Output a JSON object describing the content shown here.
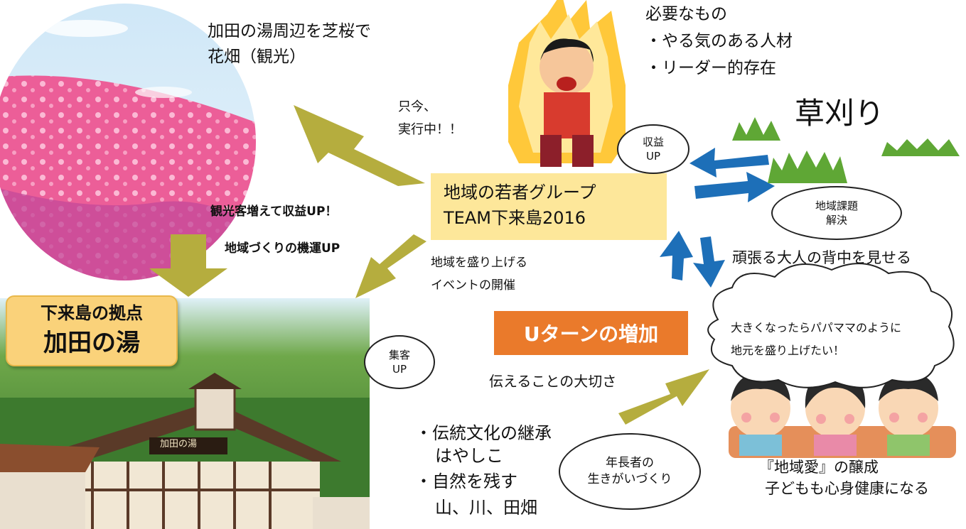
{
  "center_box": {
    "line1": "地域の若者グループ",
    "line2": "TEAM下来島2016"
  },
  "top_left_text": {
    "line1": "加田の湯周辺を芝桜で",
    "line2": "花畑（観光）"
  },
  "in_progress": {
    "line1": "只今、",
    "line2": "実行中！！"
  },
  "needs": {
    "title": "必要なもの",
    "item1": "・やる気のある人材",
    "item2": "・リーダー的存在"
  },
  "kusakari": "草刈り",
  "oval_revenue": {
    "line1": "収益",
    "line2": "UP"
  },
  "oval_issues": {
    "line1": "地域課題",
    "line2": "解決"
  },
  "tourism_text": {
    "line1": "観光客増えて収益UP！",
    "line2": "地域づくりの機運UP"
  },
  "event_text": {
    "line1": "地域を盛り上げる",
    "line2": "イベントの開催"
  },
  "show_adults": "頑張る大人の背中を見せる",
  "bubble": {
    "line1": "大きくなったらパパママのように",
    "line2": "地元を盛り上げたい！"
  },
  "uturn": "Uターンの増加",
  "oval_customers": {
    "line1": "集客",
    "line2": "UP"
  },
  "convey": "伝えることの大切さ",
  "tradition": {
    "line1": "・伝統文化の継承",
    "line2": "はやしこ",
    "line3": "・自然を残す",
    "line4": "山、川、田畑"
  },
  "oval_elders": {
    "line1": "年長者の",
    "line2": "生きがいづくり"
  },
  "children": {
    "line1": "『地域愛』の醸成",
    "line2": "子どもも心身健康になる"
  },
  "base_label": {
    "line1": "下来島の拠点",
    "line2": "加田の湯"
  },
  "sign_text": "加田の湯",
  "colors": {
    "arrow_olive": "#b5ad3e",
    "arrow_blue": "#1d6fb8",
    "center_box": "#fde79a",
    "uturn": "#ea7a2b",
    "label_box": "#fad27a"
  }
}
